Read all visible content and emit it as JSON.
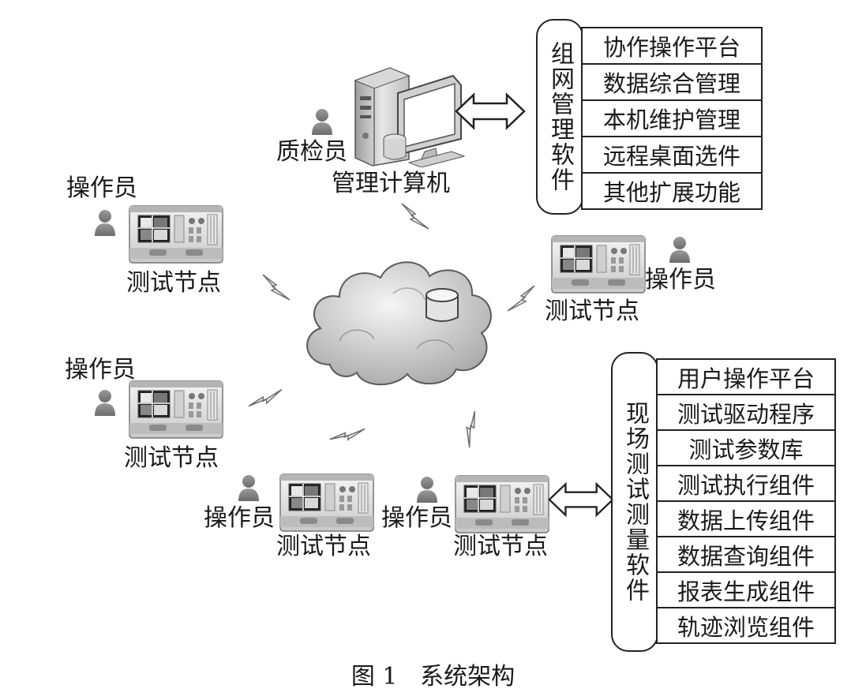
{
  "caption": "图 1   系统架构",
  "management": {
    "computer_label": "管理计算机",
    "inspector_label": "质检员"
  },
  "network_software": {
    "title": "组网管理软件",
    "items": [
      "协作操作平台",
      "数据综合管理",
      "本机维护管理",
      "远程桌面选件",
      "其他扩展功能"
    ]
  },
  "field_software": {
    "title": "现场测试测量软件",
    "items": [
      "用户操作平台",
      "测试驱动程序",
      "测试参数库",
      "测试执行组件",
      "数据上传组件",
      "数据查询组件",
      "报表生成组件",
      "轨迹浏览组件"
    ]
  },
  "test_nodes": [
    {
      "node_label": "测试节点",
      "operator_label": "操作员"
    },
    {
      "node_label": "测试节点",
      "operator_label": "操作员"
    },
    {
      "node_label": "测试节点",
      "operator_label": "操作员"
    },
    {
      "node_label": "测试节点",
      "operator_label": "操作员"
    },
    {
      "node_label": "测试节点",
      "operator_label": "操作员"
    }
  ],
  "icons": {
    "cloud": "cloud-icon",
    "database": "database-icon",
    "computer": "computer-icon",
    "instrument": "instrument-icon",
    "person": "person-icon",
    "wireless": "lightning-bolt-icon",
    "link": "double-arrow-icon"
  },
  "colors": {
    "ink": "#1a1a1a",
    "panel_border": "#222222",
    "cloud_fill": "#cfcfcf",
    "person_fill": "#8a8a8a"
  }
}
